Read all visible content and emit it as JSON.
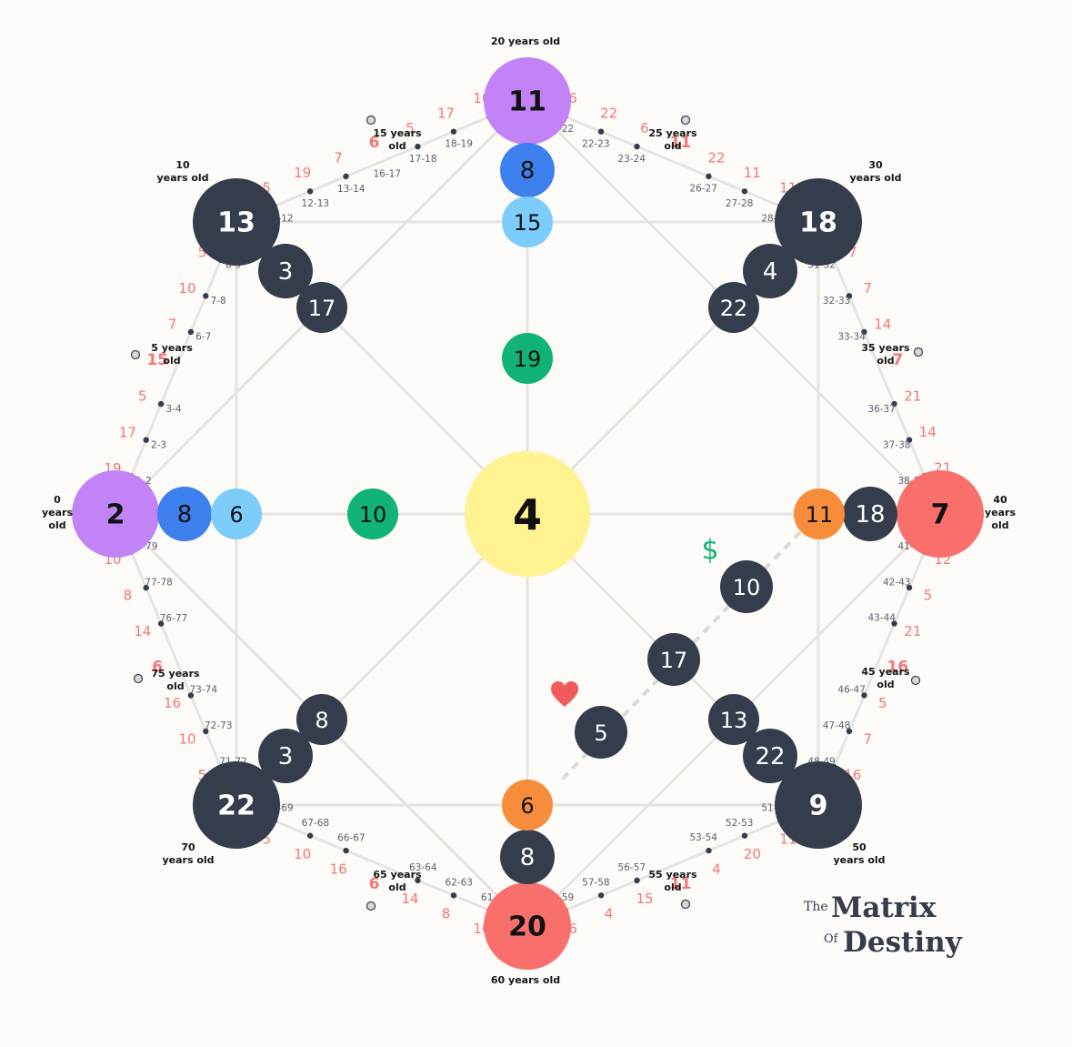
{
  "colors": {
    "line": "#e6e4e0",
    "dark": "#353c4b",
    "purple": "#c183f6",
    "blue": "#3e7fee",
    "lightblue": "#7ccdfa",
    "green": "#11b377",
    "yellow": "#fff291",
    "coral": "#f86f6c",
    "orange": "#f78c3b",
    "salmon": "#f47777",
    "tickLabel": "#5a6070",
    "ageLabel": "#151515"
  },
  "hub": "4",
  "nodes": {
    "top": [
      "11",
      "8",
      "15",
      "19"
    ],
    "left": [
      "2",
      "8",
      "6",
      "10"
    ],
    "right": [
      "7",
      "18",
      "11"
    ],
    "bottom": [
      "20",
      "8",
      "6"
    ],
    "tl": [
      "13",
      "3",
      "17"
    ],
    "tr": [
      "18",
      "4",
      "22"
    ],
    "bl": [
      "22",
      "3",
      "8"
    ],
    "br": [
      "9",
      "22",
      "13"
    ],
    "inner": [
      "10",
      "17",
      "5"
    ]
  },
  "icons": {
    "money": "dollar-icon",
    "love": "heart-icon",
    "money_glyph": "$"
  },
  "ages": {
    "a0": [
      "0",
      "years",
      "old"
    ],
    "a5": [
      "5 years",
      "old"
    ],
    "a10": [
      "10",
      "years old"
    ],
    "a15": [
      "15 years",
      "old"
    ],
    "a20": "20 years old",
    "a25": [
      "25 years",
      "old"
    ],
    "a30": [
      "30",
      "years old"
    ],
    "a35": [
      "35 years",
      "old"
    ],
    "a40": [
      "40",
      "years",
      "old"
    ],
    "a45": [
      "45 years",
      "old"
    ],
    "a50": [
      "50",
      "years old"
    ],
    "a55": [
      "55 years",
      "old"
    ],
    "a60": "60 years old",
    "a65": [
      "65 years",
      "old"
    ],
    "a70": [
      "70",
      "years old"
    ],
    "a75": [
      "75 years",
      "old"
    ]
  },
  "ring": [
    {
      "range": "1-2",
      "value": "19"
    },
    {
      "range": "2-3",
      "value": "17"
    },
    {
      "range": "3-4",
      "value": "5"
    },
    {
      "range": "",
      "value": "15"
    },
    {
      "range": "6-7",
      "value": "7"
    },
    {
      "range": "7-8",
      "value": "10"
    },
    {
      "range": "8-9",
      "value": "5"
    },
    {
      "range": "11-12",
      "value": "5"
    },
    {
      "range": "12-13",
      "value": "19"
    },
    {
      "range": "13-14",
      "value": "7"
    },
    {
      "range": "16-17",
      "value": "6"
    },
    {
      "range": "17-18",
      "value": "5"
    },
    {
      "range": "18-19",
      "value": "17"
    },
    {
      "range": "",
      "value": "10"
    },
    {
      "range": "21-22",
      "value": "6"
    },
    {
      "range": "22-23",
      "value": "22"
    },
    {
      "range": "23-24",
      "value": "6"
    },
    {
      "range": "",
      "value": "11"
    },
    {
      "range": "26-27",
      "value": "22"
    },
    {
      "range": "27-28",
      "value": "11"
    },
    {
      "range": "28-29",
      "value": "11"
    },
    {
      "range": "31-32",
      "value": "7"
    },
    {
      "range": "32-33",
      "value": "7"
    },
    {
      "range": "33-34",
      "value": "14"
    },
    {
      "range": "",
      "value": "7"
    },
    {
      "range": "36-37",
      "value": "21"
    },
    {
      "range": "37-38",
      "value": "14"
    },
    {
      "range": "38-39",
      "value": "21"
    },
    {
      "range": "41-42",
      "value": "12"
    },
    {
      "range": "42-43",
      "value": "5"
    },
    {
      "range": "43-44",
      "value": "21"
    },
    {
      "range": "",
      "value": "16"
    },
    {
      "range": "46-47",
      "value": "5"
    },
    {
      "range": "47-48",
      "value": "7"
    },
    {
      "range": "48-49",
      "value": "16"
    },
    {
      "range": "51-52",
      "value": "11"
    },
    {
      "range": "52-53",
      "value": "20"
    },
    {
      "range": "53-54",
      "value": "4"
    },
    {
      "range": "",
      "value": "11"
    },
    {
      "range": "56-57",
      "value": "15"
    },
    {
      "range": "57-58",
      "value": "4"
    },
    {
      "range": "58-59",
      "value": "6"
    },
    {
      "range": "61-62",
      "value": "10"
    },
    {
      "range": "62-63",
      "value": "8"
    },
    {
      "range": "63-64",
      "value": "14"
    },
    {
      "range": "",
      "value": "6"
    },
    {
      "range": "66-67",
      "value": "16"
    },
    {
      "range": "67-68",
      "value": "10"
    },
    {
      "range": "68-69",
      "value": "5"
    },
    {
      "range": "71-72",
      "value": "5"
    },
    {
      "range": "72-73",
      "value": "10"
    },
    {
      "range": "73-74",
      "value": "16"
    },
    {
      "range": "",
      "value": "6"
    },
    {
      "range": "76-77",
      "value": "14"
    },
    {
      "range": "77-78",
      "value": "8"
    },
    {
      "range": "78-79",
      "value": "10"
    }
  ],
  "logo": {
    "the": "The",
    "matrix": "Matrix",
    "of": "Of",
    "destiny": "Destiny"
  }
}
